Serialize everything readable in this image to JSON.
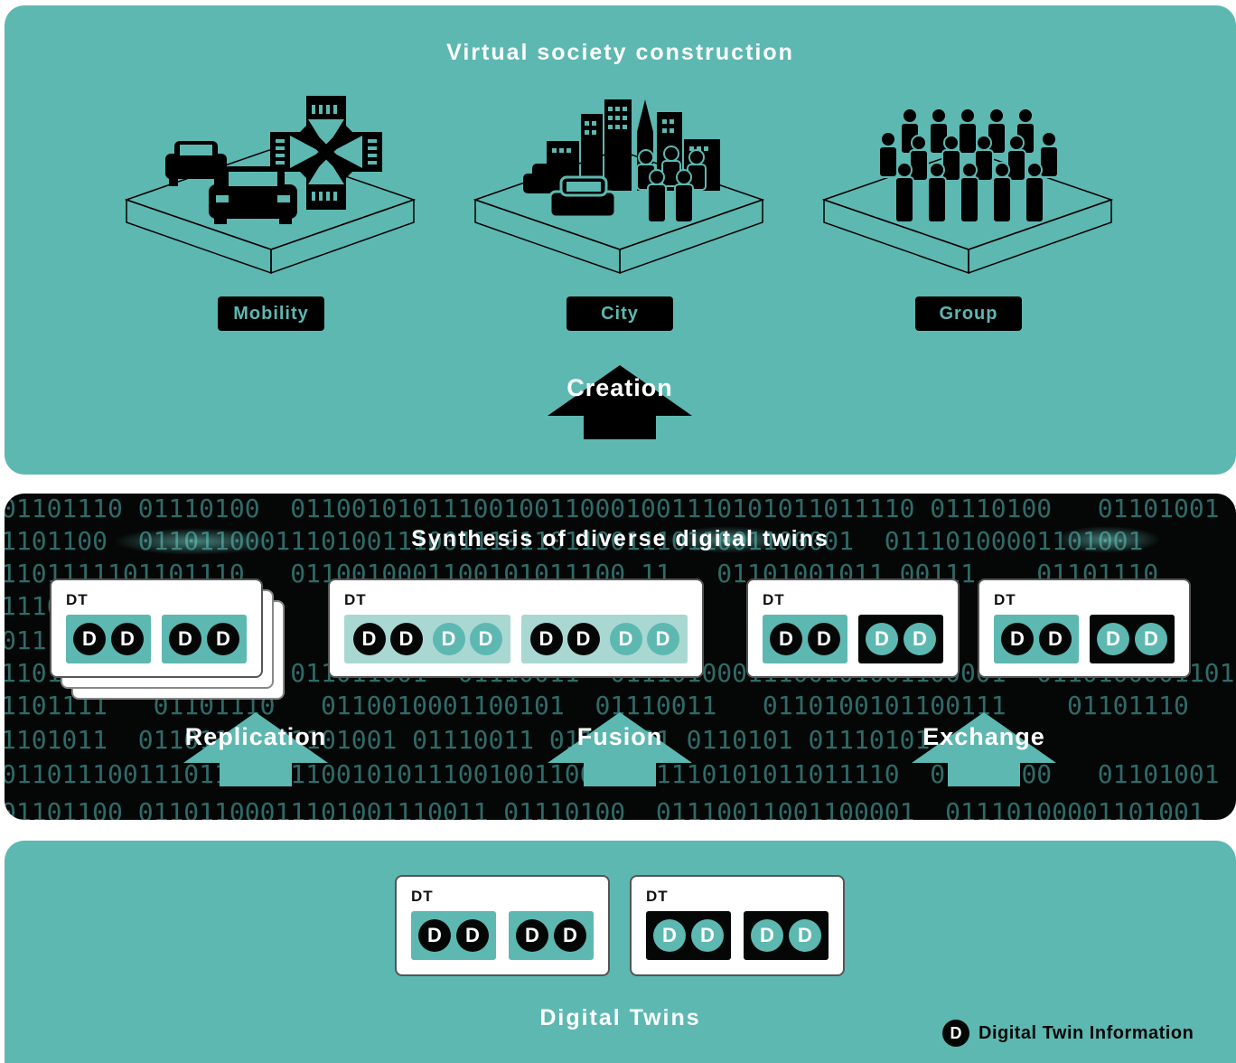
{
  "top": {
    "title": "Virtual society construction",
    "platforms": [
      {
        "label": "Mobility",
        "icon": "mobility-icon"
      },
      {
        "label": "City",
        "icon": "city-icon"
      },
      {
        "label": "Group",
        "icon": "group-icon"
      }
    ],
    "creation_label": "Creation"
  },
  "middle": {
    "title": "Synthesis of diverse digital twins",
    "binary_lines": [
      "01101110 01110100  01100101011100100110001001110101011011110 01110100   01101001",
      "1101100  01101100011101001110011101101100111011001100001  01110100001101001",
      "1101111101101110   0110010001100101011100 11   01101001011 00111    01101110",
      "1110                                                                     01",
      "011                                                                      001",
      "110111001101001101 011011001  01110011  01110100011100101001100001  0110100001101001",
      "1101111   01101110   0110010001100101  01110011   0110100101100111    01101110",
      "1101011  01101110 01101001 01110011 01101001 0110101 01110101",
      "01101110011101100 01100101011100100110001001110101011011110  01110100   01101001",
      "01101100 01101100011101001110011 01110100  01110011001100001  01110100001101001"
    ],
    "arrows": [
      "Replication",
      "Fusion",
      "Exchange"
    ],
    "card_label": "DT"
  },
  "bottom": {
    "title": "Digital Twins",
    "card_label": "DT",
    "legend_symbol": "D",
    "legend_text": "Digital Twin Information"
  },
  "d_letter": "D",
  "colors": {
    "teal": "#5db8b1",
    "light_teal": "#a9d8d3",
    "black": "#050707",
    "binary": "#2f6b68"
  }
}
